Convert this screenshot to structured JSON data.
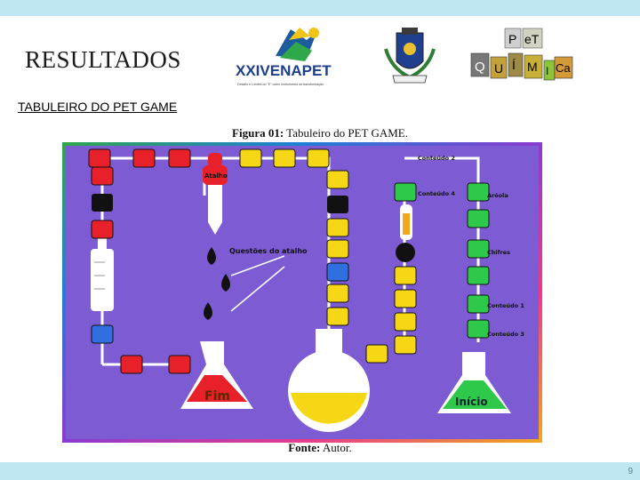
{
  "slide": {
    "title": "RESULTADOS",
    "section_heading": "TABULEIRO DO PET GAME",
    "figure_label": "Figura 01:",
    "figure_caption": " Tabuleiro do PET GAME.",
    "source_label": "Fonte:",
    "source_text": " Autor.",
    "page_number": "9"
  },
  "logos": {
    "enapet": {
      "main": "XXIVENAPET",
      "tagline": "Desafio e Limites do \"E\" como instrumento de transformação"
    },
    "ufc": "brasão",
    "pet_quimica": {
      "letters": [
        "P",
        "eT",
        "Q",
        "U",
        "Í",
        "M",
        "I",
        "Ca"
      ]
    }
  },
  "board": {
    "labels": {
      "shortcut": "Atalho",
      "shortcut_questions": "Questões do atalho",
      "end": "Fim",
      "start": "Início",
      "content_2": "Conteúdo 2",
      "content_4": "Conteúdo 4",
      "content_1": "Conteúdo 1",
      "content_3": "Conteúdo 3",
      "areola": "Aréola",
      "chifres": "Chifres"
    },
    "colors": {
      "background": "#7d5bd3",
      "red_space": "#e8202a",
      "yellow_space": "#f5d716",
      "green_space": "#2ec84a",
      "blue_space": "#2f6fe0",
      "black_space": "#111111"
    }
  }
}
